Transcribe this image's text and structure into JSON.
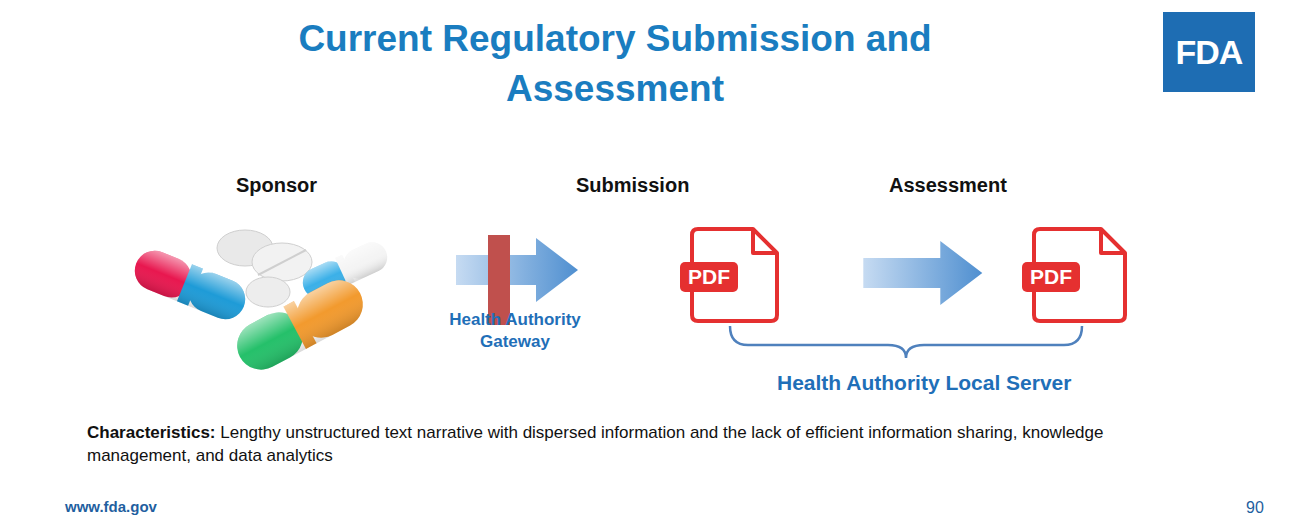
{
  "diagram": {
    "title": "Current Regulatory Submission and Assessment",
    "nodes": [
      {
        "text": [
          "FDA"
        ]
      },
      {
        "text": [
          "PDF"
        ]
      },
      {
        "text": [
          "PDF"
        ]
      }
    ],
    "edges": [
      {
        "from": 1,
        "to": 2,
        "arrow": "to"
      }
    ],
    "labels": [
      "Sponsor",
      "Submission",
      "Assessment",
      "Health Authority Gateway",
      "Health Authority Local Server",
      "Characteristics:",
      "Lengthy unstructured text narrative with dispersed information and the lack of efficient information sharing, knowledge management, and data analytics",
      "www.fda.gov",
      "90"
    ]
  }
}
